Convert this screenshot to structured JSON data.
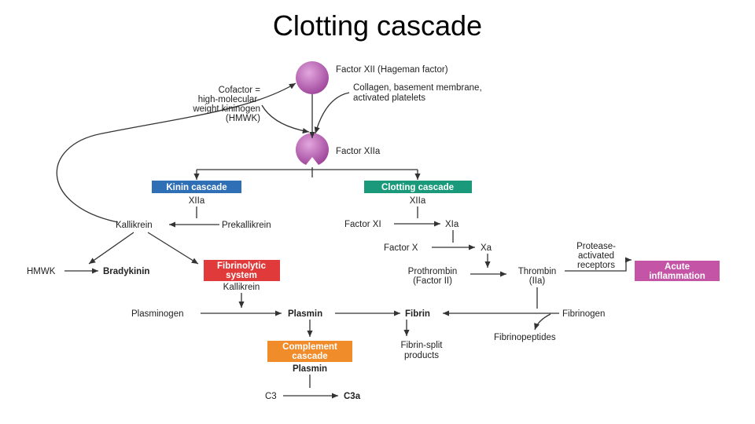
{
  "title": "Clotting cascade",
  "colors": {
    "kinin_box": "#2f6fb5",
    "clotting_box": "#1a9a7a",
    "fibrinolytic_box": "#e13a3a",
    "complement_box": "#f08c2a",
    "acute_box": "#c455a6",
    "factor_sphere": "#a24a9e",
    "bradykinin_text": "#2f6fb5",
    "plasmin_text": "#e13a3a",
    "fibrin_text": "#1a9a7a",
    "c3a_text": "#f08c2a"
  },
  "diagram": {
    "factor_xii": "Factor XII (Hageman factor)",
    "collagen": [
      "Collagen, basement membrane,",
      "activated platelets"
    ],
    "cofactor": [
      "Cofactor =",
      "high-molecular-",
      "weight kininogen",
      "(HMWK)"
    ],
    "factor_xiia": "Factor XIIa",
    "kinin_cascade": "Kinin cascade",
    "clotting_cascade": "Clotting cascade",
    "xiia_left": "XIIa",
    "xiia_right": "XIIa",
    "kallikrein": "Kallikrein",
    "prekallikrein": "Prekallikrein",
    "factor_xi": "Factor XI",
    "xia": "XIa",
    "factor_x": "Factor X",
    "xa": "Xa",
    "protease_receptors": [
      "Protease-",
      "activated",
      "receptors"
    ],
    "acute_inflammation": [
      "Acute",
      "inflammation"
    ],
    "hmwk": "HMWK",
    "bradykinin": "Bradykinin",
    "fibrinolytic_system": [
      "Fibrinolytic",
      "system"
    ],
    "kallikrein_2": "Kallikrein",
    "prothrombin": [
      "Prothrombin",
      "(Factor II)"
    ],
    "thrombin": [
      "Thrombin",
      "(IIa)"
    ],
    "plasminogen": "Plasminogen",
    "plasmin": "Plasmin",
    "fibrin": "Fibrin",
    "fibrinogen": "Fibrinogen",
    "fibrinopeptides": "Fibrinopeptides",
    "complement_cascade": [
      "Complement",
      "cascade"
    ],
    "plasmin_2": "Plasmin",
    "fibrin_split": [
      "Fibrin-split",
      "products"
    ],
    "c3": "C3",
    "c3a": "C3a"
  }
}
